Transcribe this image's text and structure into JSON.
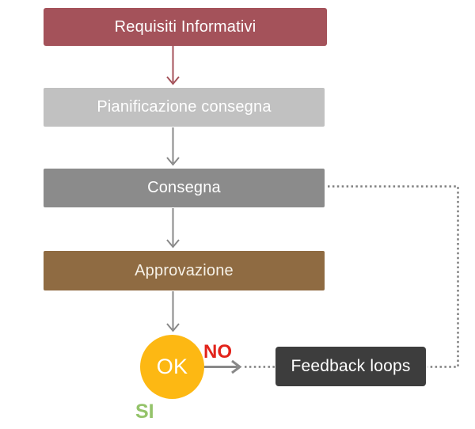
{
  "flowchart": {
    "nodes": [
      {
        "id": "requisiti",
        "label": "Requisiti Informativi",
        "bg": "#a4525a",
        "text_color": "#ffffff"
      },
      {
        "id": "pianificazione",
        "label": "Pianificazione consegna",
        "bg": "#c1c1c1",
        "text_color": "#ffffff"
      },
      {
        "id": "consegna",
        "label": "Consegna",
        "bg": "#8b8b8b",
        "text_color": "#ffffff"
      },
      {
        "id": "approvazione",
        "label": "Approvazione",
        "bg": "#8f6b42",
        "text_color": "#f6f1e7"
      },
      {
        "id": "ok-decision",
        "label": "OK",
        "bg": "#fdb813",
        "text_color": "#ffffff"
      },
      {
        "id": "feedback",
        "label": "Feedback loops",
        "bg": "#3d3d3d",
        "text_color": "#ffffff"
      }
    ],
    "decision_labels": {
      "no": {
        "text": "NO",
        "color": "#e2231a"
      },
      "si": {
        "text": "SI",
        "color": "#94c36a"
      }
    },
    "connector_colors": {
      "requisiti_arrow": "#a4525a",
      "flow_arrow": "#898989",
      "feedback_dotted": "#7f7f7f"
    }
  }
}
